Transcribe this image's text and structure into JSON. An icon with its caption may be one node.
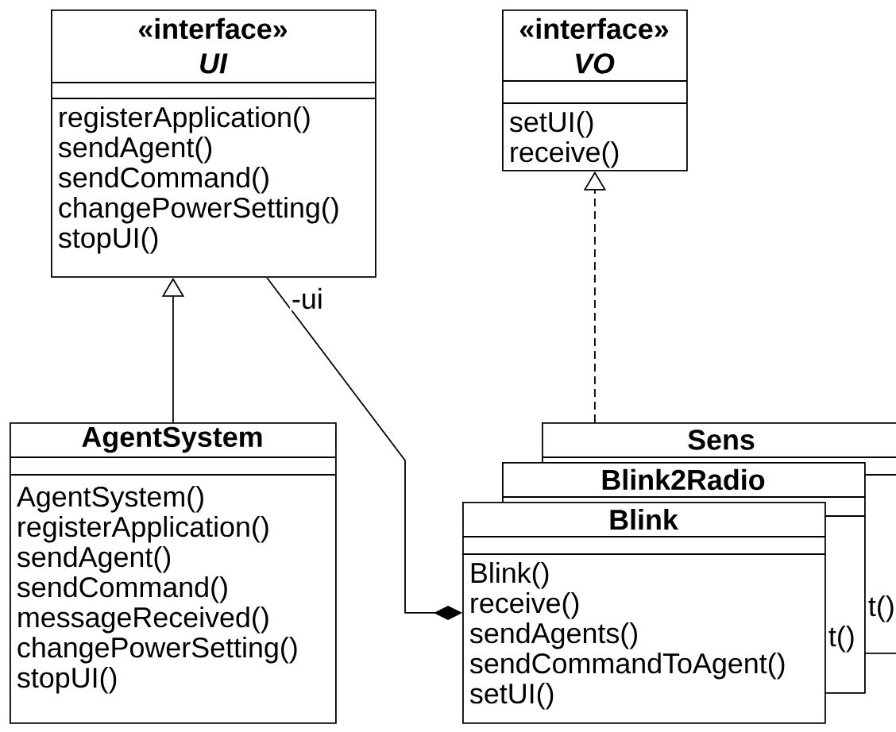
{
  "diagram": {
    "nodes": [
      {
        "text": [
          "«interface»",
          "UI",
          "registerApplication()",
          "sendAgent()",
          "sendCommand()",
          "changePowerSetting()",
          "stopUI()"
        ]
      },
      {
        "text": [
          "«interface»",
          "VO",
          "setUI()",
          "receive()"
        ]
      },
      {
        "text": [
          "AgentSystem",
          "AgentSystem()",
          "registerApplication()",
          "sendAgent()",
          "sendCommand()",
          "messageReceived()",
          "changePowerSetting()",
          "stopUI()"
        ]
      },
      {
        "text": [
          "Sens",
          "t()"
        ]
      },
      {
        "text": [
          "Blink2Radio",
          "t()"
        ]
      },
      {
        "text": [
          "Blink",
          "Blink()",
          "receive()",
          "sendAgents()",
          "sendCommandToAgent()",
          "setUI()"
        ]
      }
    ],
    "edges": [
      {
        "from": 2,
        "to": 0,
        "arrow": "to"
      },
      {
        "from": 3,
        "to": 1,
        "arrow": "to",
        "style": "dashed"
      },
      {
        "from": 0,
        "to": 5,
        "arrow": "other",
        "label": "-ui"
      }
    ]
  }
}
